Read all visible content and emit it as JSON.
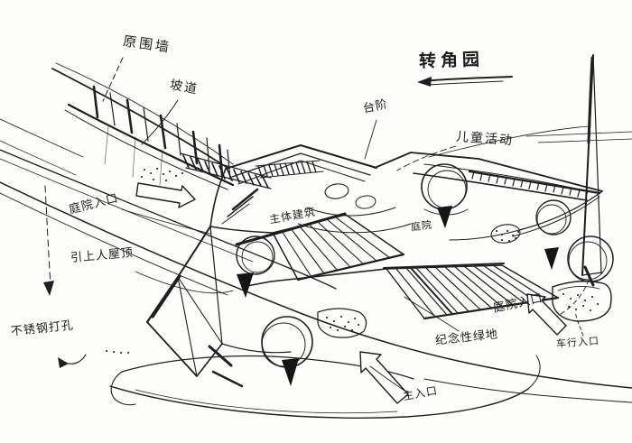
{
  "title": "转角园",
  "labels": {
    "original_wall": "原围墙",
    "ramp": "坡道",
    "steps": "台阶",
    "children_activity": "儿童活动",
    "courtyard_entrance_left": "庭院入口",
    "main_building": "主体建筑",
    "courtyard": "庭院",
    "roof_walkway": "引上人屋顶",
    "perforated_steel": "不锈钢打孔",
    "courtyard_entrance_right": "庭院入口",
    "memorial_green": "纪念性绿地",
    "vehicle_entrance": "车行入口",
    "main_entrance": "主入口"
  },
  "colors": {
    "ink": "#1f1f1f",
    "paper": "#fdfdfc"
  }
}
